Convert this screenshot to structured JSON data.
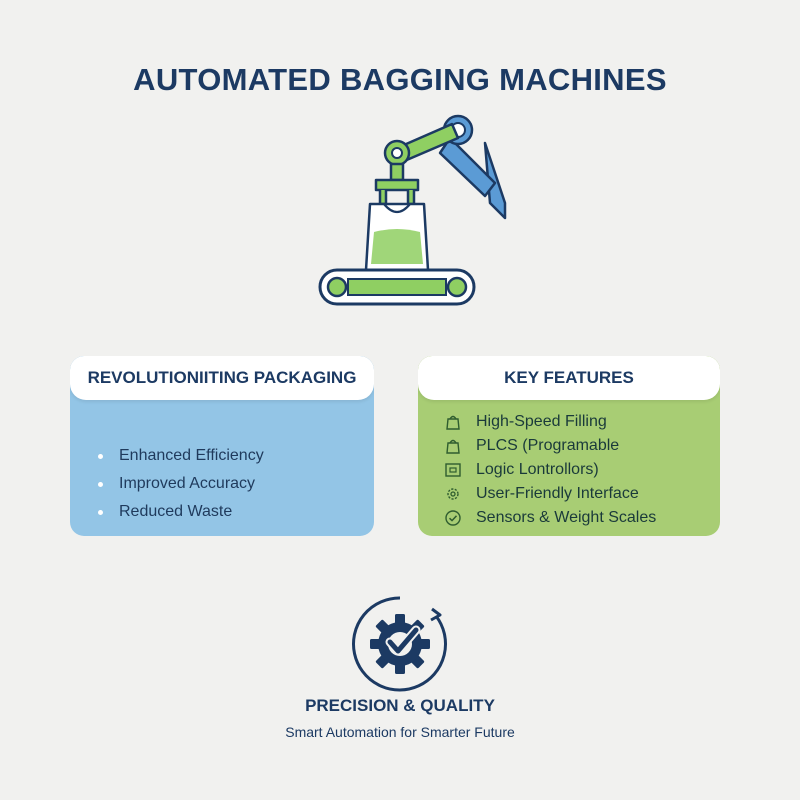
{
  "header": {
    "title": "AUTOMATED BAGGING MACHINES"
  },
  "left_card": {
    "heading": "REVOLUTIONIITING PACKAGING",
    "items": [
      "Enhanced Efficiency",
      "Improved Accuracy",
      "Reduced Waste"
    ]
  },
  "right_card": {
    "heading": "KEY FEATURES",
    "items": [
      {
        "label": "High-Speed Filling",
        "icon": "bag-icon"
      },
      {
        "label": "PLCS (Programable",
        "icon": "bag-icon"
      },
      {
        "label": "Logic Lontrollors)",
        "icon": "controller-icon"
      },
      {
        "label": "User-Friendly Interface",
        "icon": "gear-icon"
      },
      {
        "label": "Sensors & Weight Scales",
        "icon": "check-circle-icon"
      }
    ]
  },
  "footer": {
    "title": "PRECISION & QUALITY",
    "subtitle": "Smart Automation for Smarter Future"
  },
  "colors": {
    "navy": "#1c3a63",
    "blue_card": "#93c5e6",
    "green_card": "#a8cd74",
    "accent_green": "#8fcf62",
    "accent_blue": "#5b9bd5",
    "background": "#f1f1ef"
  }
}
